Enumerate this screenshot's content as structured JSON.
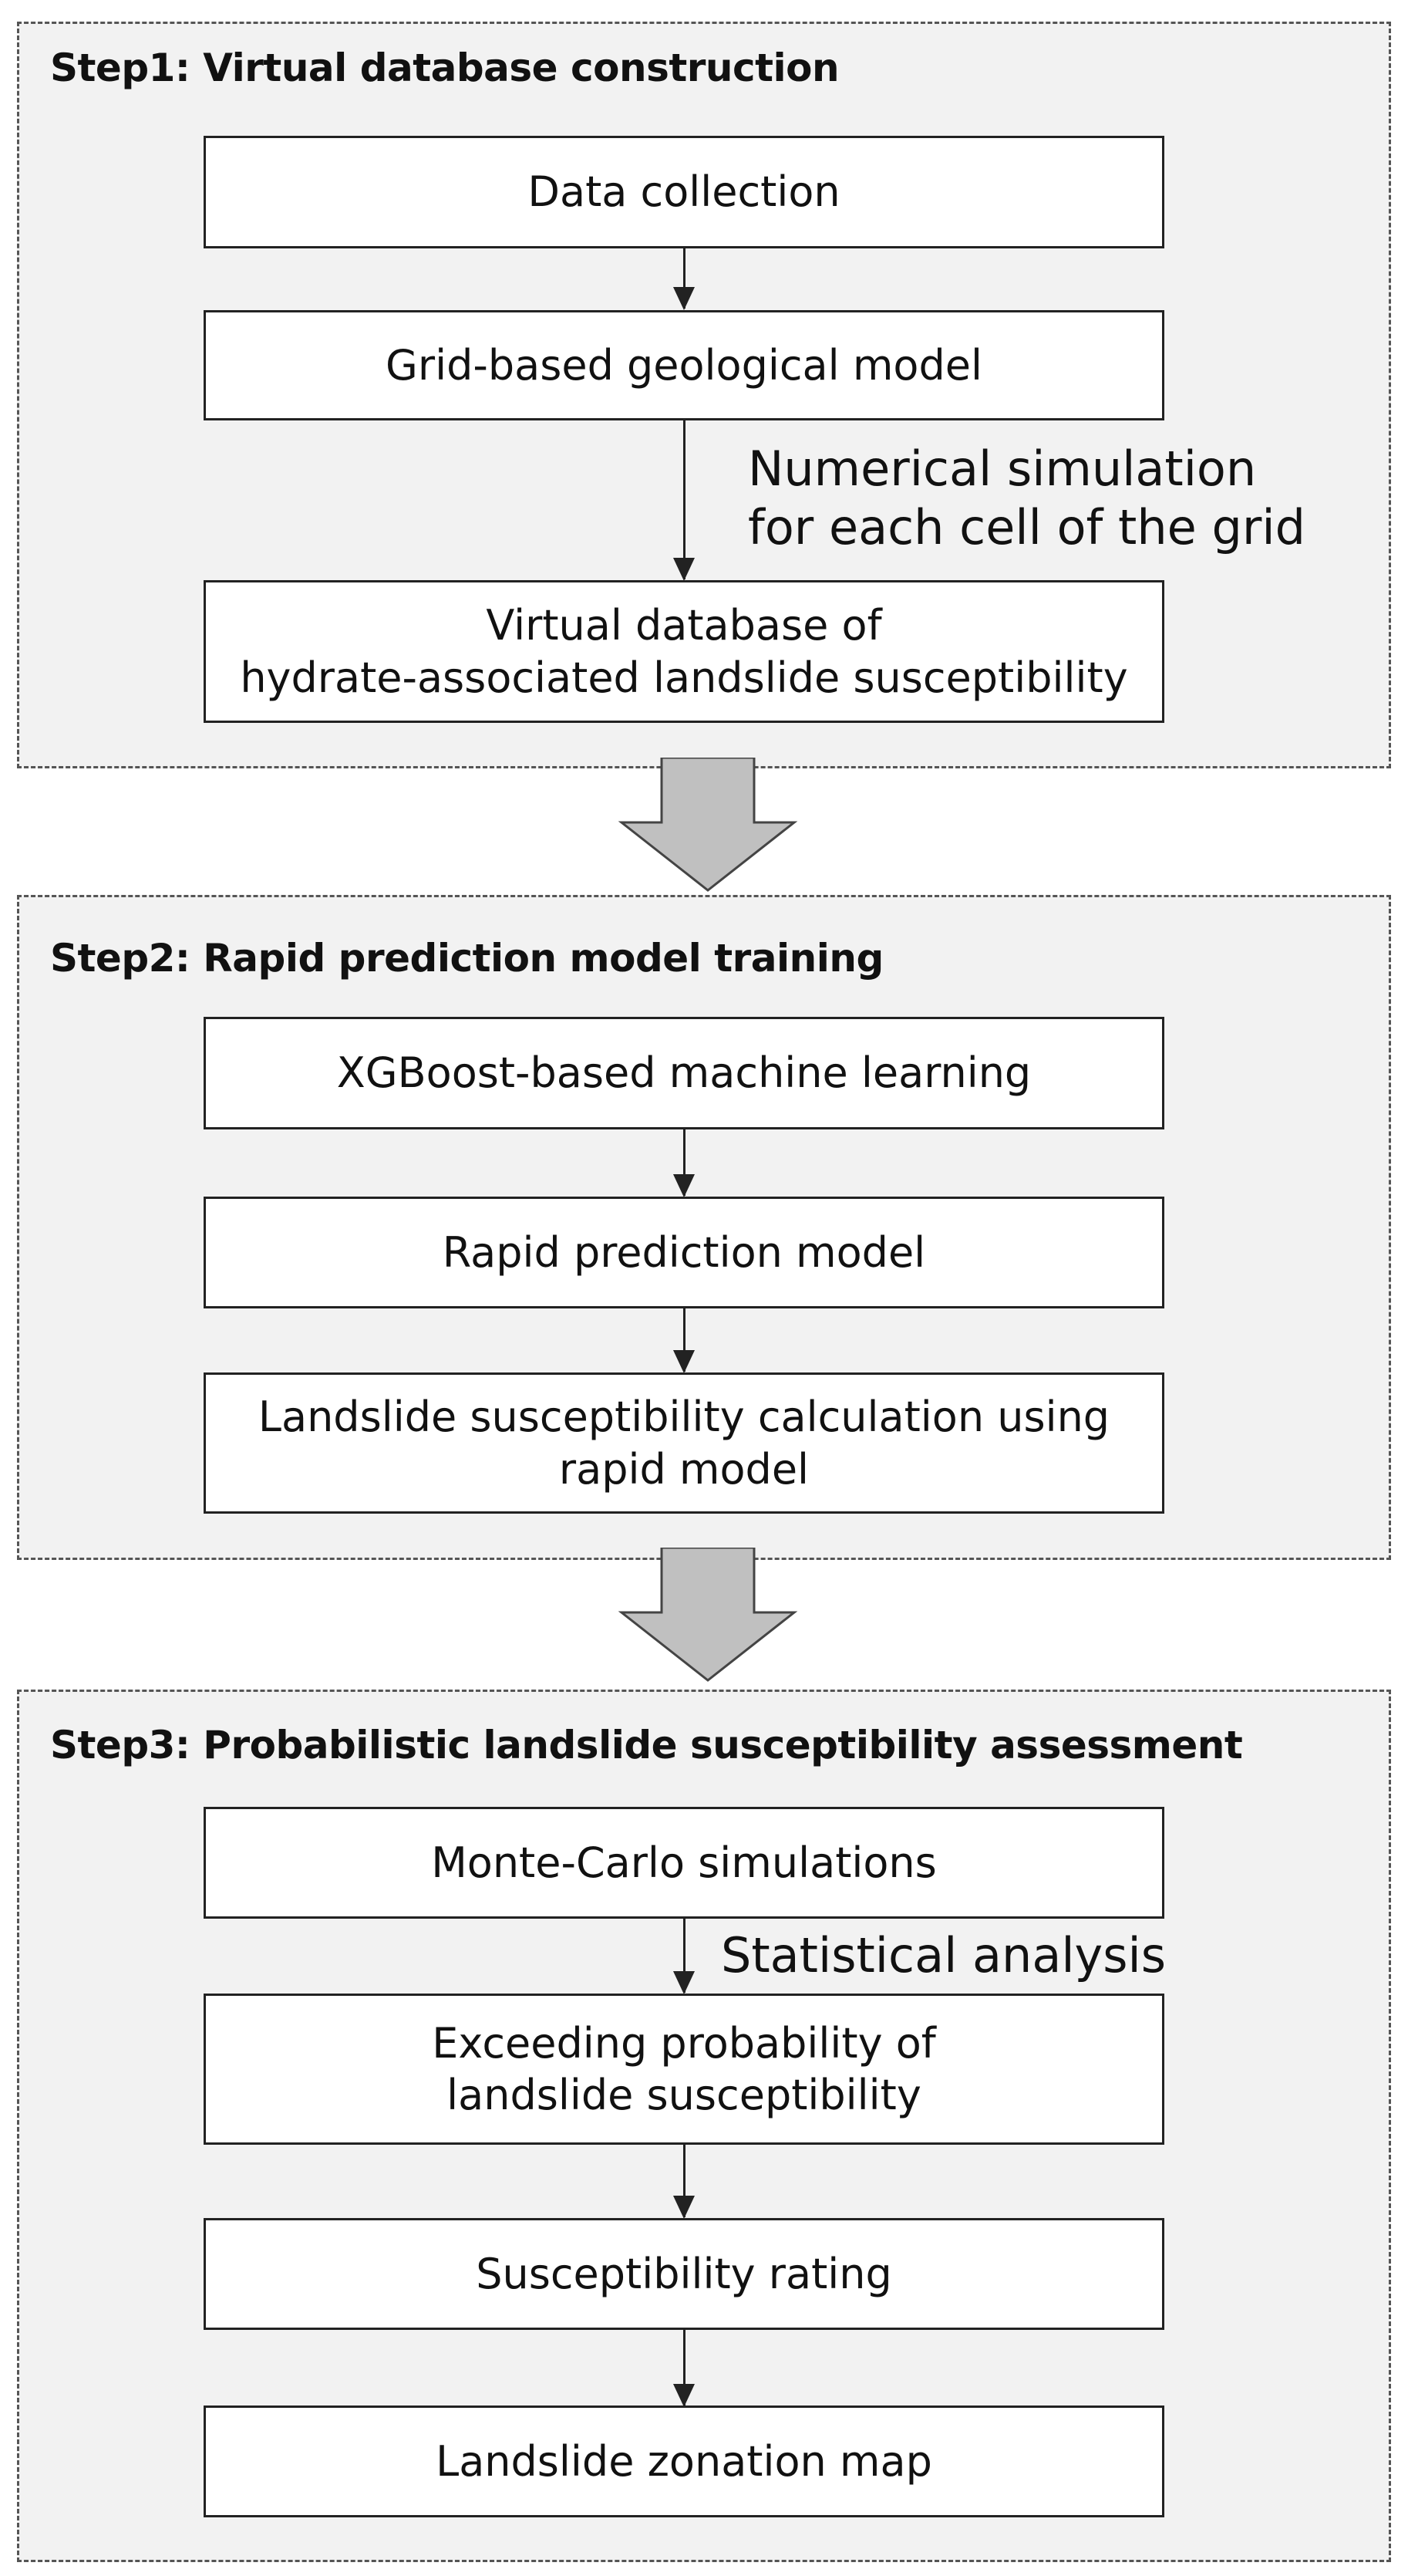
{
  "steps": [
    {
      "title": "Step1: Virtual  database construction",
      "boxes": [
        "Data collection",
        "Grid-based geological model",
        "Virtual database of\nhydrate-associated landslide susceptibility"
      ],
      "edge_label": "Numerical simulation\nfor each cell of the grid"
    },
    {
      "title": "Step2: Rapid prediction model training",
      "boxes": [
        "XGBoost-based machine learning",
        "Rapid prediction model",
        "Landslide susceptibility calculation using\nrapid model"
      ]
    },
    {
      "title": "Step3: Probabilistic landslide susceptibility assessment",
      "boxes": [
        "Monte-Carlo simulations",
        "Exceeding probability of\nlandslide susceptibility",
        "Susceptibility rating",
        "Landslide zonation map"
      ],
      "edge_label": "Statistical analysis"
    }
  ],
  "colors": {
    "panel_bg": "#f2f2f2",
    "big_arrow_fill": "#c0c0c0",
    "stroke": "#222222"
  }
}
